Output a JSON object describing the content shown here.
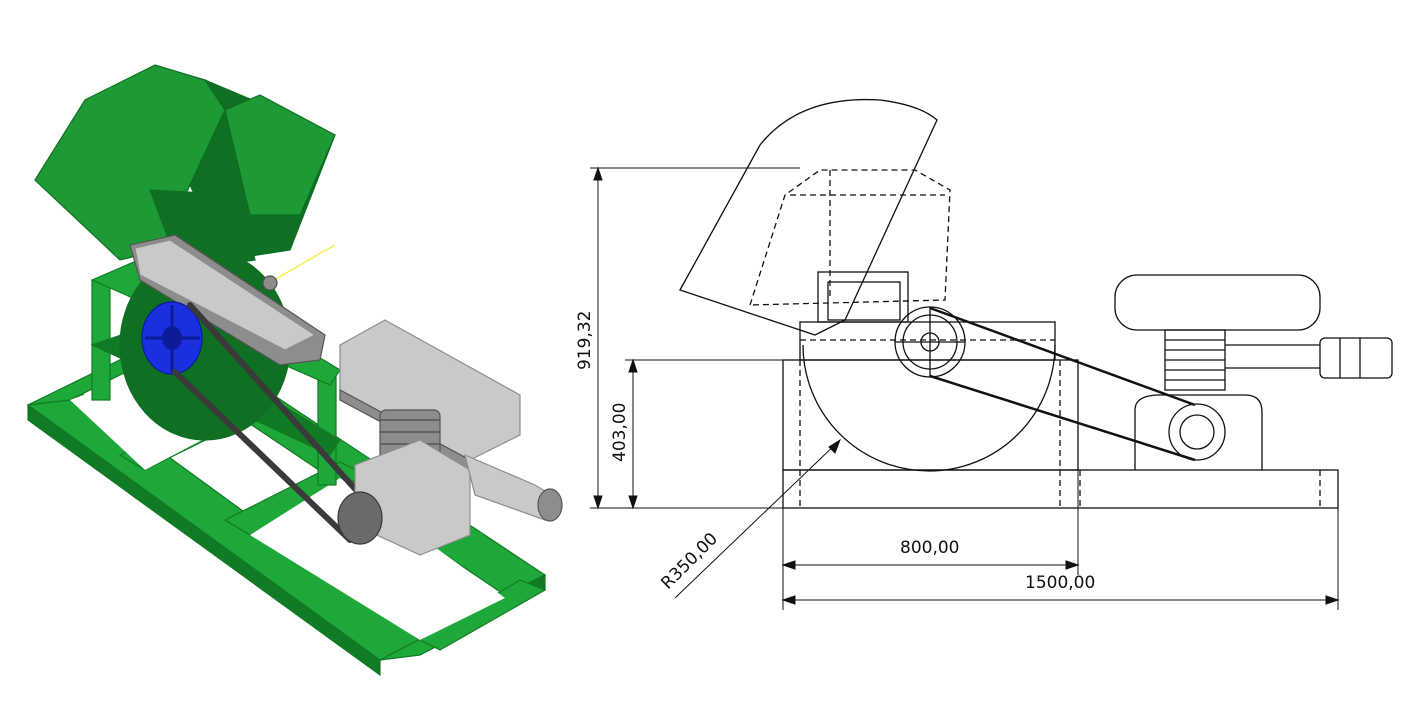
{
  "figure": {
    "iso_view": {
      "colors": {
        "frame": "#1fa83a",
        "frame_dark": "#117a25",
        "frame_light": "#46c85a",
        "hopper": "#1d9a35",
        "hopper_dark": "#0f6f22",
        "pulley": "#1a2fe0",
        "motor": "#c9c9c9",
        "motor_dark": "#8d8d8d",
        "belt": "#3a3a3a",
        "axis_line": "#f5ef4a"
      }
    },
    "drawing_view": {
      "line_color": "#111111",
      "dimensions": {
        "total_height": "919,32",
        "base_height": "403,00",
        "radius": "R350,00",
        "inner_length": "800,00",
        "total_length": "1500,00"
      }
    }
  }
}
